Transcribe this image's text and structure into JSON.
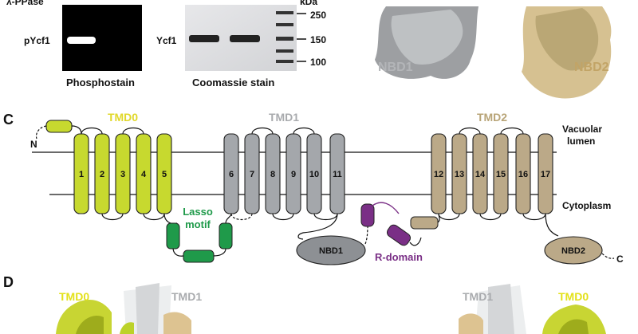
{
  "panel_b": {
    "header_partial": "λ-PPase",
    "phosphostain": {
      "band_label": "pYcf1",
      "stain_label": "Phosphostain"
    },
    "coomassie": {
      "band_label": "Ycf1",
      "stain_label": "Coomassie stain",
      "kda_label": "kDa",
      "markers": [
        "250",
        "150",
        "100"
      ]
    }
  },
  "panel_map": {
    "nbd1": "NBD1",
    "nbd2": "NBD2"
  },
  "panel_c": {
    "letter": "C",
    "n_term": "N",
    "c_term": "C",
    "domains": {
      "tmd0": "TMD0",
      "tmd1": "TMD1",
      "tmd2": "TMD2"
    },
    "helices": [
      "1",
      "2",
      "3",
      "4",
      "5",
      "6",
      "7",
      "8",
      "9",
      "10",
      "11",
      "12",
      "13",
      "14",
      "15",
      "16",
      "17"
    ],
    "lasso": [
      "Lasso",
      "motif"
    ],
    "nbd1": "NBD1",
    "nbd2": "NBD2",
    "r_domain": "R-domain",
    "vacuolar": [
      "Vacuolar",
      "lumen"
    ],
    "cytoplasm": "Cytoplasm",
    "colors": {
      "tmd0": "#c7d92f",
      "tmd1": "#a4a7ab",
      "tmd2": "#bba988",
      "lasso": "#1f9a4a",
      "r_domain": "#7a2f86",
      "nbd": "#8d9094"
    }
  },
  "panel_d": {
    "letter": "D",
    "tmd0_left": "TMD0",
    "tmd1_left": "TMD1",
    "tmd1_right": "TMD1",
    "tmd0_right": "TMD0"
  }
}
